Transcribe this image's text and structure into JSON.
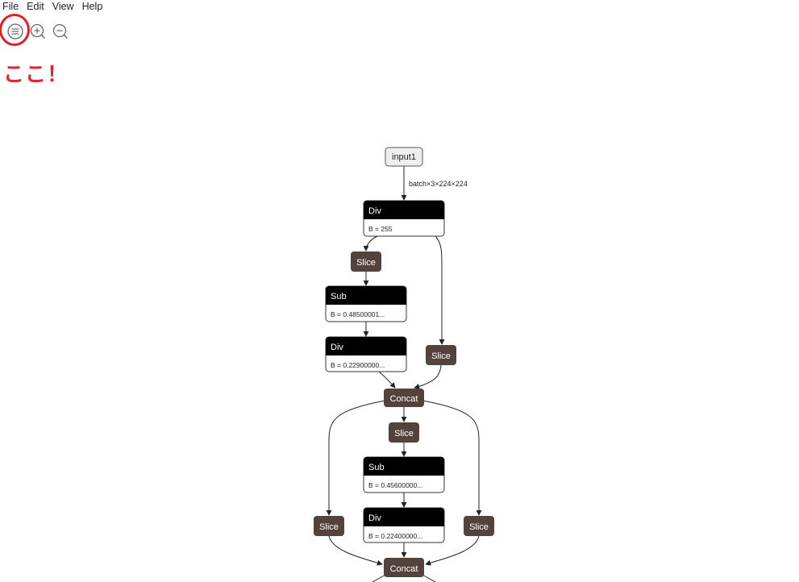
{
  "menu": [
    "File",
    "Edit",
    "View",
    "Help"
  ],
  "toolbar": {
    "buttons": [
      {
        "name": "sidebar-toggle-button",
        "icon": "menu-icon"
      },
      {
        "name": "zoom-in-button",
        "icon": "zoom-in-icon"
      },
      {
        "name": "zoom-out-button",
        "icon": "zoom-out-icon"
      }
    ]
  },
  "annotation": {
    "text": "ここ！",
    "color": "#e8222d"
  },
  "graph": {
    "input": {
      "label": "input1",
      "edge_label": "batch×3×224×224"
    },
    "nodes": {
      "div1": {
        "title": "Div",
        "attr": "B = 255"
      },
      "slice_left": {
        "title": "Slice"
      },
      "sub1": {
        "title": "Sub",
        "attr": "B = 0.48500001..."
      },
      "div2": {
        "title": "Div",
        "attr": "B = 0.22900000..."
      },
      "slice_right": {
        "title": "Slice"
      },
      "concat1": {
        "title": "Concat"
      },
      "slice_mid": {
        "title": "Slice"
      },
      "sub2": {
        "title": "Sub",
        "attr": "B = 0.45600000..."
      },
      "div3": {
        "title": "Div",
        "attr": "B = 0.22400000..."
      },
      "slice_far_left": {
        "title": "Slice"
      },
      "slice_far_right": {
        "title": "Slice"
      },
      "concat2": {
        "title": "Concat"
      }
    },
    "colors": {
      "op_header": "#000000",
      "pill": "#54433c",
      "input": "#eeeeee"
    }
  }
}
